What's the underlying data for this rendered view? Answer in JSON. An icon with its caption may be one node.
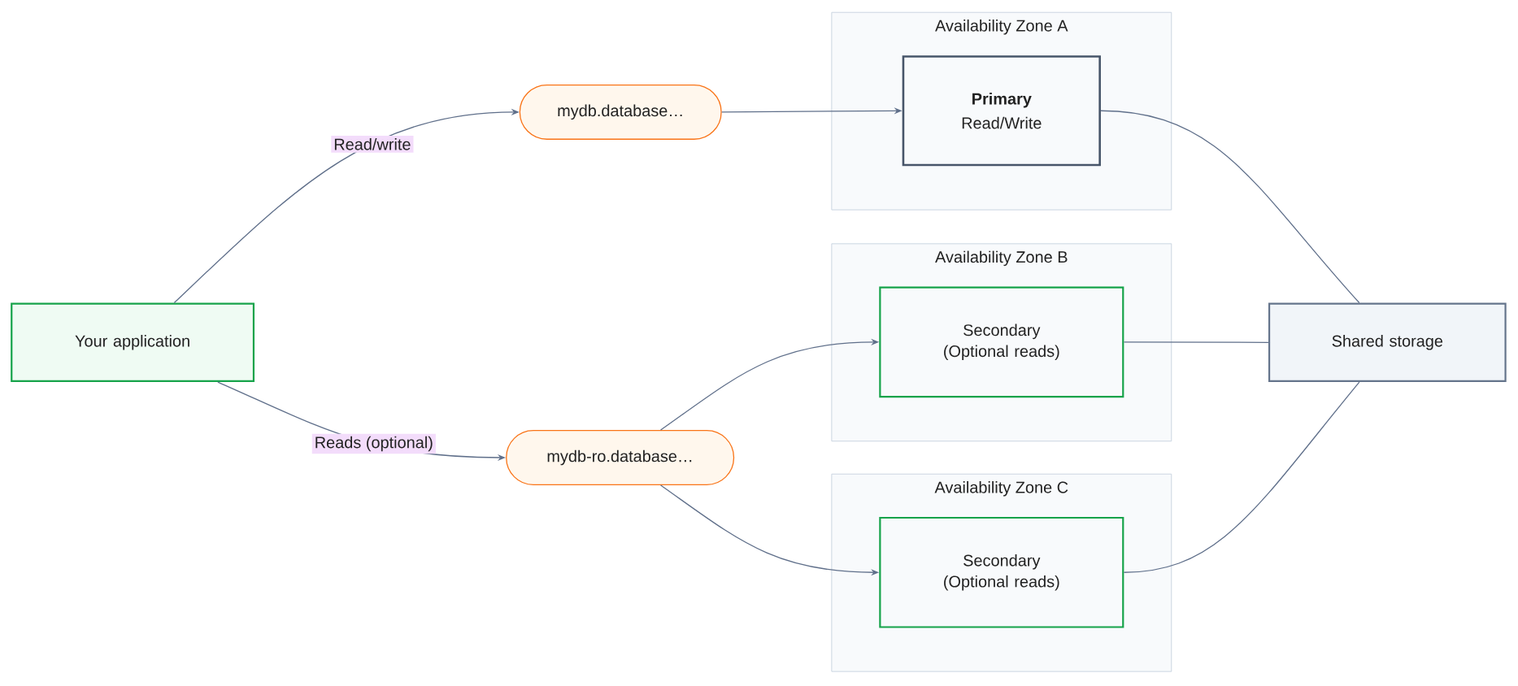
{
  "diagram": {
    "nodes": [
      {
        "text": [
          "Your application"
        ]
      },
      {
        "text": [
          "mydb.database…"
        ]
      },
      {
        "text": [
          "Availability Zone A"
        ]
      },
      {
        "text": [
          "Primary",
          "Read/Write"
        ],
        "in": 2
      },
      {
        "text": [
          "Availability Zone B"
        ]
      },
      {
        "text": [
          "Secondary (Optional reads)"
        ],
        "in": 4
      },
      {
        "text": [
          "mydb-ro.database…"
        ]
      },
      {
        "text": [
          "Availability Zone C"
        ]
      },
      {
        "text": [
          "Secondary (Optional reads)"
        ],
        "in": 7
      },
      {
        "text": [
          "Shared storage"
        ]
      }
    ],
    "edges": [
      {
        "from": 0,
        "to": 1,
        "arrow": "to",
        "label": "Read/write"
      },
      {
        "from": 0,
        "to": 6,
        "arrow": "to",
        "label": "Reads (optional)"
      },
      {
        "from": 1,
        "to": 3,
        "arrow": "to"
      },
      {
        "from": 6,
        "to": 5,
        "arrow": "to"
      },
      {
        "from": 6,
        "to": 8,
        "arrow": "to"
      },
      {
        "from": 3,
        "to": 9,
        "arrow": "none"
      },
      {
        "from": 5,
        "to": 9,
        "arrow": "none"
      },
      {
        "from": 8,
        "to": 9,
        "arrow": "none"
      }
    ]
  }
}
